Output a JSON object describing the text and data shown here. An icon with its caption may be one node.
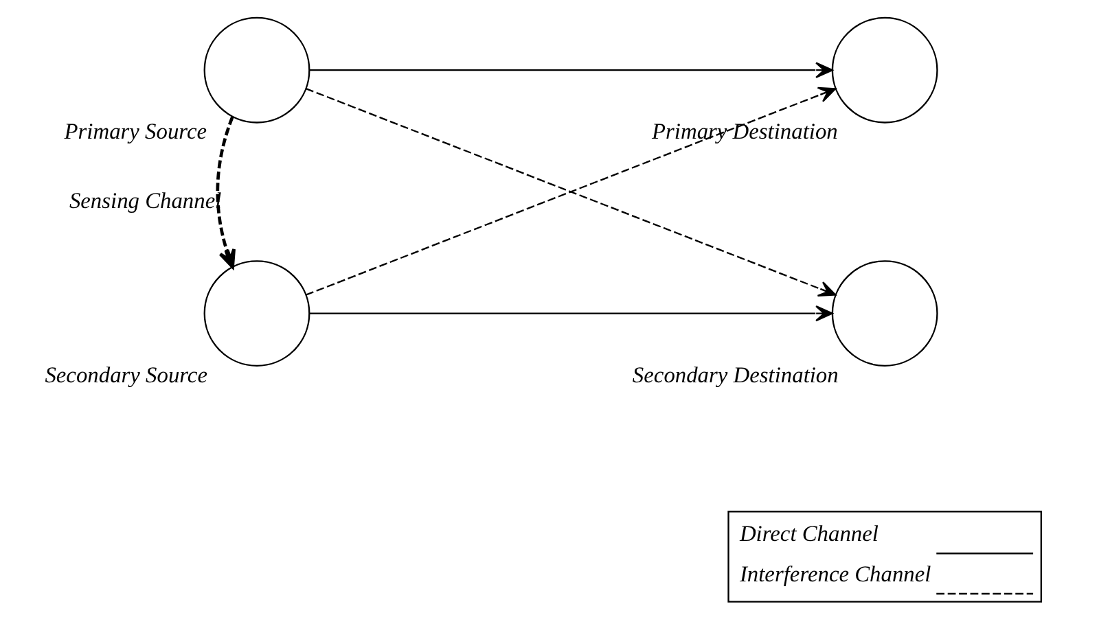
{
  "diagram": {
    "nodes": [
      {
        "text": [
          "Primary Source"
        ]
      },
      {
        "text": [
          "Primary Destination"
        ]
      },
      {
        "text": [
          "Secondary Source"
        ]
      },
      {
        "text": [
          "Secondary Destination"
        ]
      }
    ],
    "edges": [
      {
        "from": 0,
        "to": 1,
        "arrow": "to"
      },
      {
        "from": 0,
        "to": 3,
        "arrow": "to",
        "style": "dashed"
      },
      {
        "from": 0,
        "to": 2,
        "arrow": "to",
        "style": "dashed",
        "label": "Sensing Channel"
      },
      {
        "from": 2,
        "to": 1,
        "arrow": "to",
        "style": "dashed"
      },
      {
        "from": 2,
        "to": 3,
        "arrow": "to"
      }
    ],
    "legend": [
      {
        "text": "Direct Channel"
      },
      {
        "text": "Interference Channel"
      }
    ]
  }
}
